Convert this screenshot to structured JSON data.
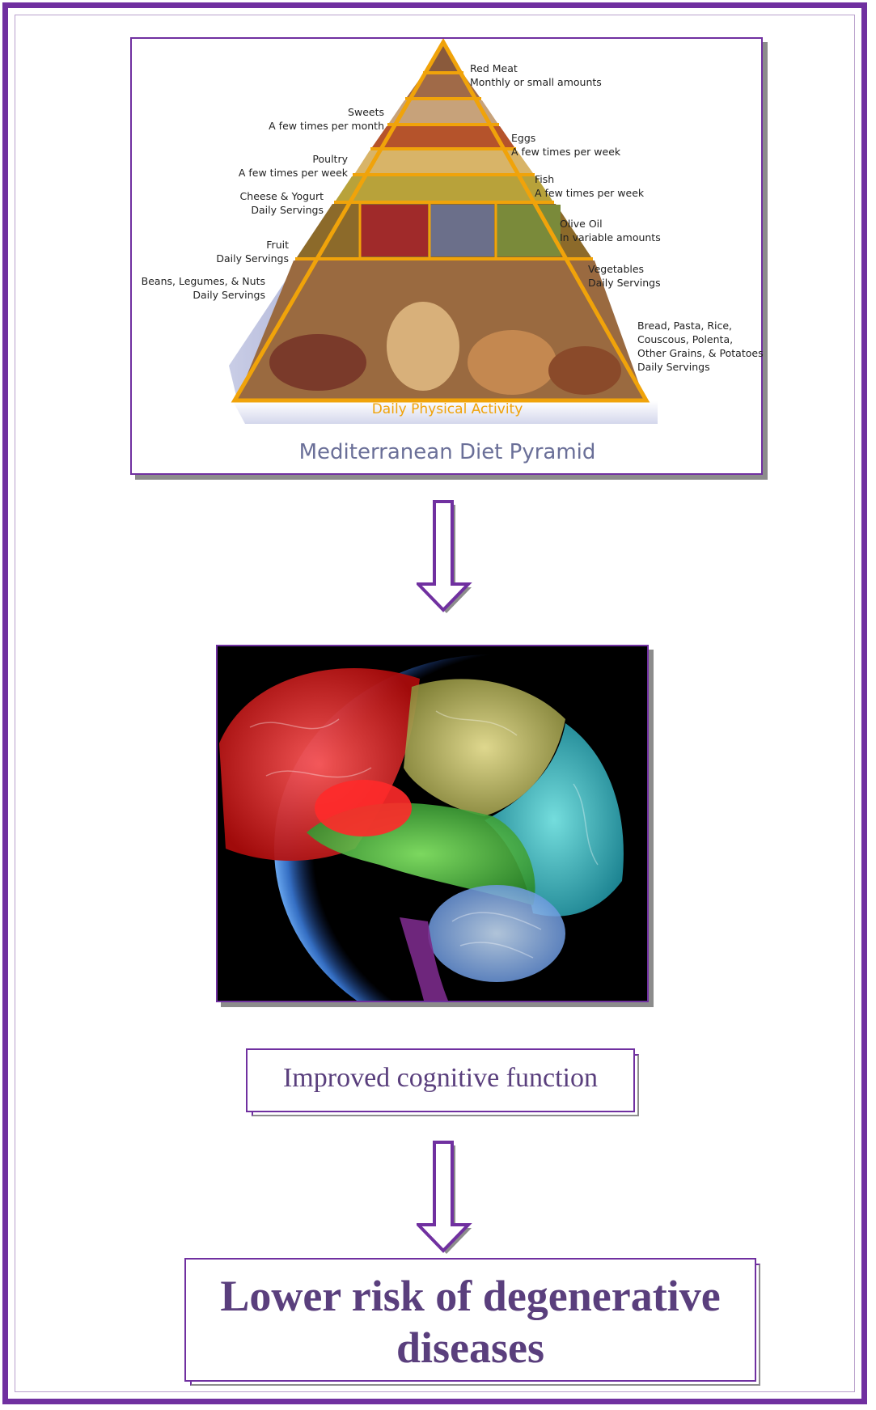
{
  "pyramid": {
    "caption": "Mediterranean Diet Pyramid",
    "base_label": "Daily Physical Activity",
    "labels_left": [
      {
        "line1": "Sweets",
        "line2": "A few times per month"
      },
      {
        "line1": "Poultry",
        "line2": "A few times per week"
      },
      {
        "line1": "Cheese & Yogurt",
        "line2": "Daily Servings"
      },
      {
        "line1": "Fruit",
        "line2": "Daily Servings"
      },
      {
        "line1": "Beans, Legumes, & Nuts",
        "line2": "Daily Servings"
      }
    ],
    "labels_right": [
      {
        "line1": "Red Meat",
        "line2": "Monthly or small amounts"
      },
      {
        "line1": "Eggs",
        "line2": "A few times per week"
      },
      {
        "line1": "Fish",
        "line2": "A few times per week"
      },
      {
        "line1": "Olive Oil",
        "line2": "In variable amounts"
      },
      {
        "line1": "Vegetables",
        "line2": "Daily Servings"
      }
    ],
    "grains_label": {
      "line1": "Bread, Pasta, Rice,",
      "line2": "Couscous, Polenta,",
      "line3": "Other Grains, & Potatoes",
      "line4": "Daily Servings"
    }
  },
  "cognition_label": "Improved cognitive function",
  "outcome_label": "Lower risk of degenerative diseases",
  "colors": {
    "frame": "#7030a0",
    "text": "#5a3f7d",
    "pyramid_gold": "#f0a30a",
    "arrow_shadow": "#8c8c8c"
  },
  "icons": [
    "down-arrow-icon",
    "brain-illustration",
    "food-pyramid-illustration"
  ]
}
